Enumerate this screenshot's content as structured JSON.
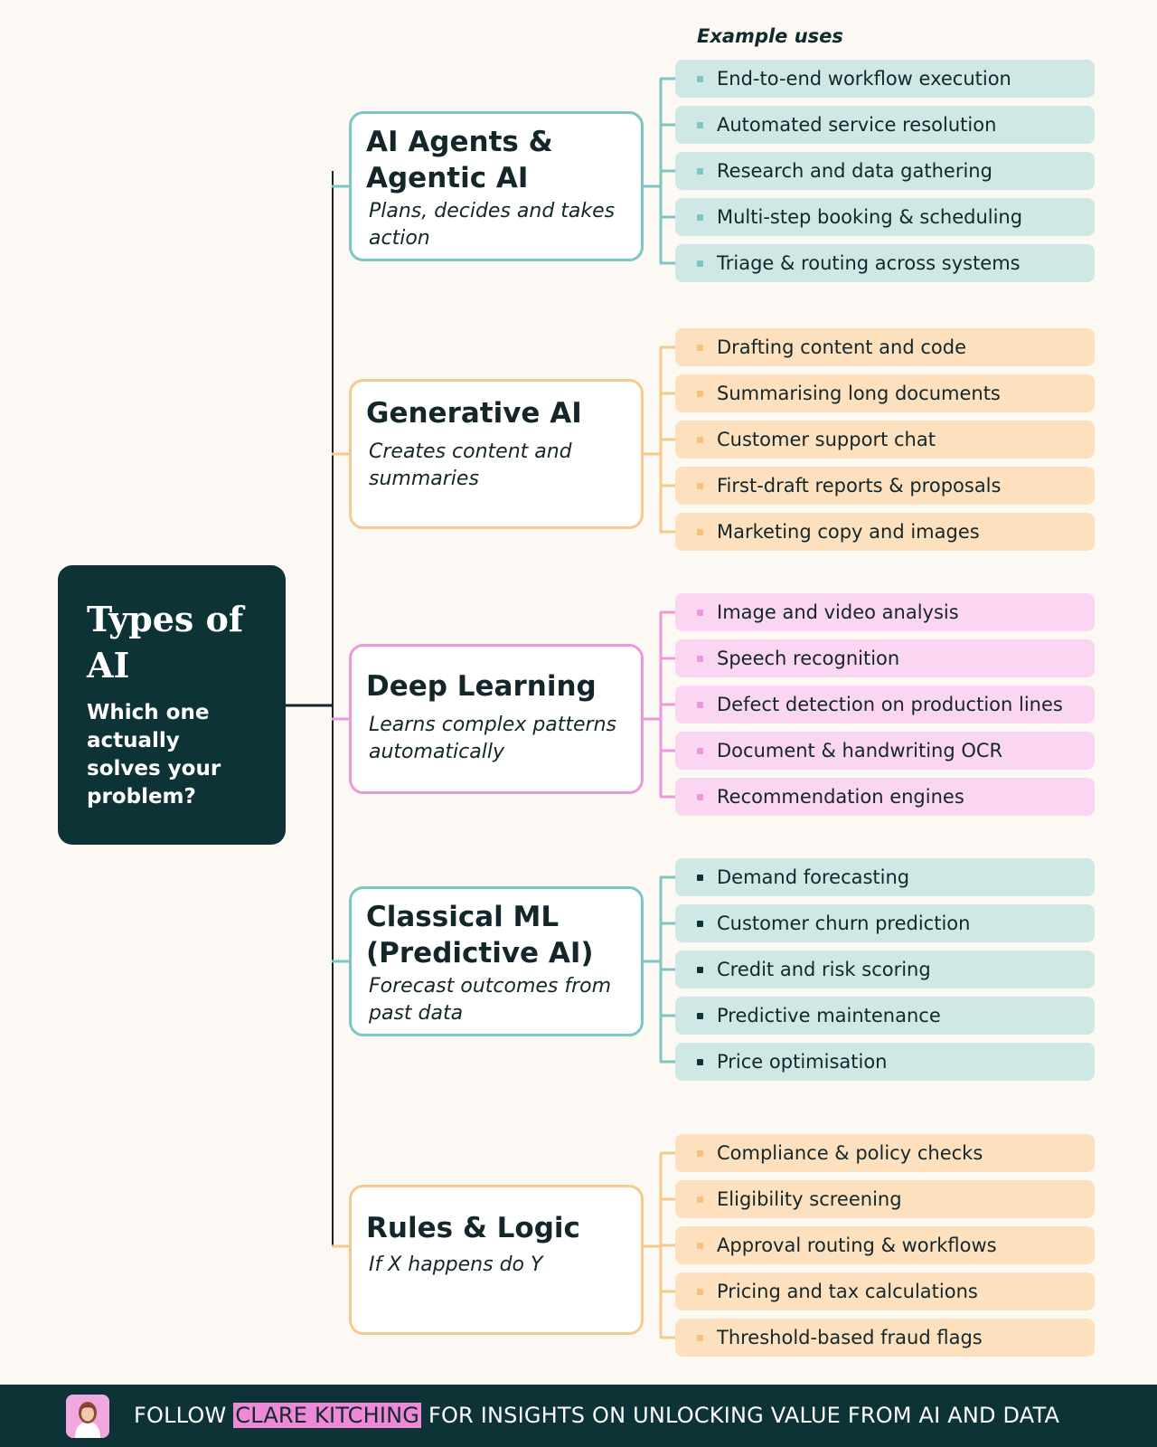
{
  "root": {
    "title": "Types of AI",
    "subtitle": "Which one actually solves your problem?"
  },
  "column_header": "Example uses",
  "colors": {
    "root_bg": "#0d3337",
    "teal_border": "#7cc6c3",
    "teal_fill": "#cfe7e5",
    "teal_dot": "#7cc6c3",
    "dark_teal_dot": "#0d3337",
    "orange_border": "#f6c98f",
    "orange_fill": "#fde0bd",
    "orange_dot": "#f8c17f",
    "pink_border": "#ef97dc",
    "pink_fill": "#fbd6f2",
    "pink_dot": "#ef97dc"
  },
  "categories": [
    {
      "title": "AI Agents & Agentic AI",
      "description": "Plans, decides and takes action",
      "border_color": "#7cc6c3",
      "fill_color": "#cfe7e5",
      "dot_color": "#7cc6c3",
      "uses": [
        "End-to-end workflow execution",
        "Automated service resolution",
        "Research and data gathering",
        "Multi-step booking & scheduling",
        "Triage & routing across systems"
      ]
    },
    {
      "title": "Generative AI",
      "description": "Creates content and summaries",
      "border_color": "#f6c98f",
      "fill_color": "#fde0bd",
      "dot_color": "#f8c17f",
      "uses": [
        "Drafting content and code",
        "Summarising long documents",
        "Customer support chat",
        "First-draft reports & proposals",
        "Marketing copy and images"
      ]
    },
    {
      "title": "Deep Learning",
      "description": "Learns complex patterns automatically",
      "border_color": "#ef97dc",
      "fill_color": "#fbd6f2",
      "dot_color": "#ef97dc",
      "uses": [
        "Image and video analysis",
        "Speech recognition",
        "Defect detection on production lines",
        "Document & handwriting OCR",
        "Recommendation engines"
      ]
    },
    {
      "title": "Classical ML (Predictive AI)",
      "description": "Forecast outcomes from past data",
      "border_color": "#7cc6c3",
      "fill_color": "#cfe7e5",
      "dot_color": "#0d3337",
      "uses": [
        "Demand forecasting",
        "Customer churn prediction",
        "Credit and risk scoring",
        "Predictive maintenance",
        "Price optimisation"
      ]
    },
    {
      "title": "Rules & Logic",
      "description": "If X happens do Y",
      "border_color": "#f6c98f",
      "fill_color": "#fde0bd",
      "dot_color": "#f8c17f",
      "uses": [
        "Compliance & policy checks",
        "Eligibility screening",
        "Approval routing & workflows",
        "Pricing and tax calculations",
        "Threshold-based fraud flags"
      ]
    }
  ],
  "footer": {
    "prefix": "FOLLOW ",
    "name": "CLARE KITCHING",
    "suffix": " FOR INSIGHTS ON UNLOCKING VALUE FROM AI AND DATA"
  }
}
